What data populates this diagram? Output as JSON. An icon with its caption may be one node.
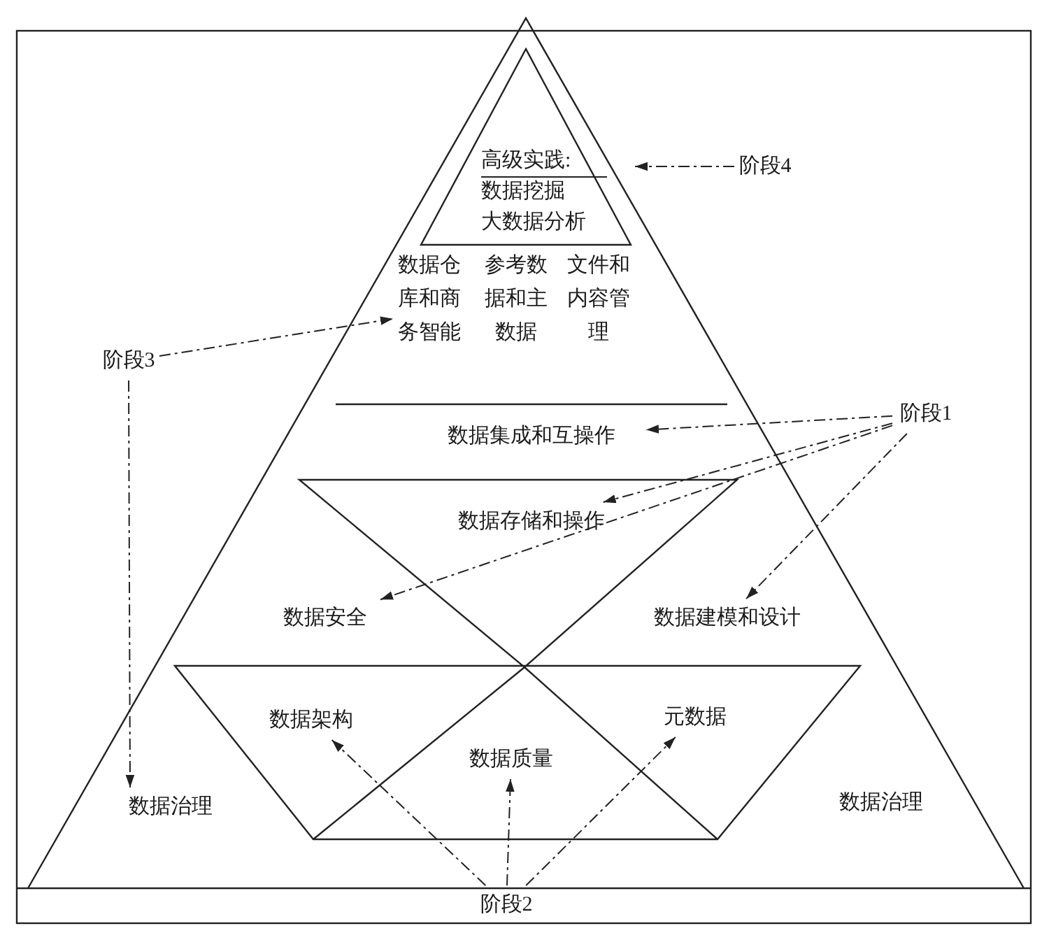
{
  "diagram": {
    "nodes": [
      {
        "text": [
          "高级实践:",
          "数据挖掘",
          "大数据分析"
        ]
      },
      {
        "text": [
          "阶段4"
        ]
      },
      {
        "text": [
          "数据仓库和商务智能"
        ]
      },
      {
        "text": [
          "参考数据和主数据"
        ]
      },
      {
        "text": [
          "文件和内容管理"
        ]
      },
      {
        "text": [
          "阶段3"
        ]
      },
      {
        "text": [
          "阶段1"
        ]
      },
      {
        "text": [
          "数据集成和互操作"
        ]
      },
      {
        "text": [
          "数据存储和操作"
        ]
      },
      {
        "text": [
          "数据安全"
        ]
      },
      {
        "text": [
          "数据建模和设计"
        ]
      },
      {
        "text": [
          "数据架构"
        ]
      },
      {
        "text": [
          "元数据"
        ]
      },
      {
        "text": [
          "数据质量"
        ]
      },
      {
        "text": [
          "数据治理"
        ]
      },
      {
        "text": [
          "数据治理"
        ]
      },
      {
        "text": [
          "阶段2"
        ]
      }
    ],
    "edges": [
      {
        "from": 1,
        "to": 0,
        "arrow": "to"
      },
      {
        "from": 5,
        "to": 2,
        "arrow": "to"
      },
      {
        "from": 5,
        "to": 14,
        "arrow": "to"
      },
      {
        "from": 6,
        "to": 7,
        "arrow": "to"
      },
      {
        "from": 6,
        "to": 8,
        "arrow": "to"
      },
      {
        "from": 6,
        "to": 9,
        "arrow": "to"
      },
      {
        "from": 6,
        "to": 10,
        "arrow": "to"
      },
      {
        "from": 16,
        "to": 11,
        "arrow": "to"
      },
      {
        "from": 16,
        "to": 13,
        "arrow": "to"
      },
      {
        "from": 16,
        "to": 12,
        "arrow": "to"
      }
    ]
  }
}
